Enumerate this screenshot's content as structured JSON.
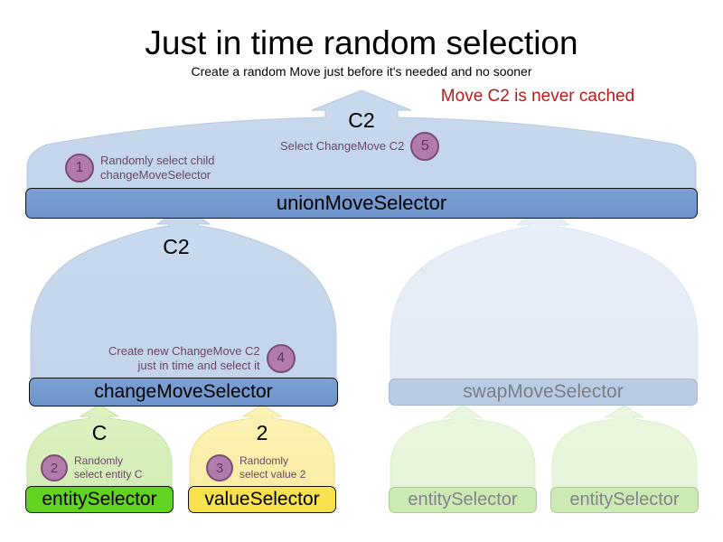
{
  "header": {
    "title": "Just in time random selection",
    "subtitle": "Create a random Move just before it's needed and no sooner",
    "warning": "Move C2 is never cached"
  },
  "colors": {
    "selector_blue": "#6d93c9",
    "flare_blue": "#c7d8ec",
    "faded_flare_blue": "#e4ebf5",
    "entity_green": "#62d320",
    "flare_green": "#d9f0bd",
    "value_yellow": "#f7e14e",
    "flare_yellow": "#faefab",
    "faded_green": "#cceab3",
    "faded_blue_bar": "#b9cce4",
    "badge_fill": "#b17cab",
    "badge_border": "#7d4b75",
    "note_text": "#6b4668",
    "warning_red": "#b71c1c",
    "faded_text": "#83838c"
  },
  "nodes": {
    "union": {
      "label": "unionMoveSelector"
    },
    "change": {
      "label": "changeMoveSelector"
    },
    "swap": {
      "label": "swapMoveSelector"
    },
    "entity": {
      "label": "entitySelector"
    },
    "value": {
      "label": "valueSelector"
    },
    "swap_entity_1": {
      "label": "entitySelector"
    },
    "swap_entity_2": {
      "label": "entitySelector"
    }
  },
  "data_labels": {
    "top_move": "C2",
    "change_move": "C2",
    "entity_value": "C",
    "value_value": "2"
  },
  "annotations": [
    {
      "number": "1",
      "text": "Randomly select child\nchangeMoveSelector"
    },
    {
      "number": "2",
      "text": "Randomly\nselect entity C"
    },
    {
      "number": "3",
      "text": "Randomly\nselect value 2"
    },
    {
      "number": "4",
      "text": "Create new ChangeMove C2\njust in time and select it"
    },
    {
      "number": "5",
      "text": "Select ChangeMove C2"
    }
  ]
}
